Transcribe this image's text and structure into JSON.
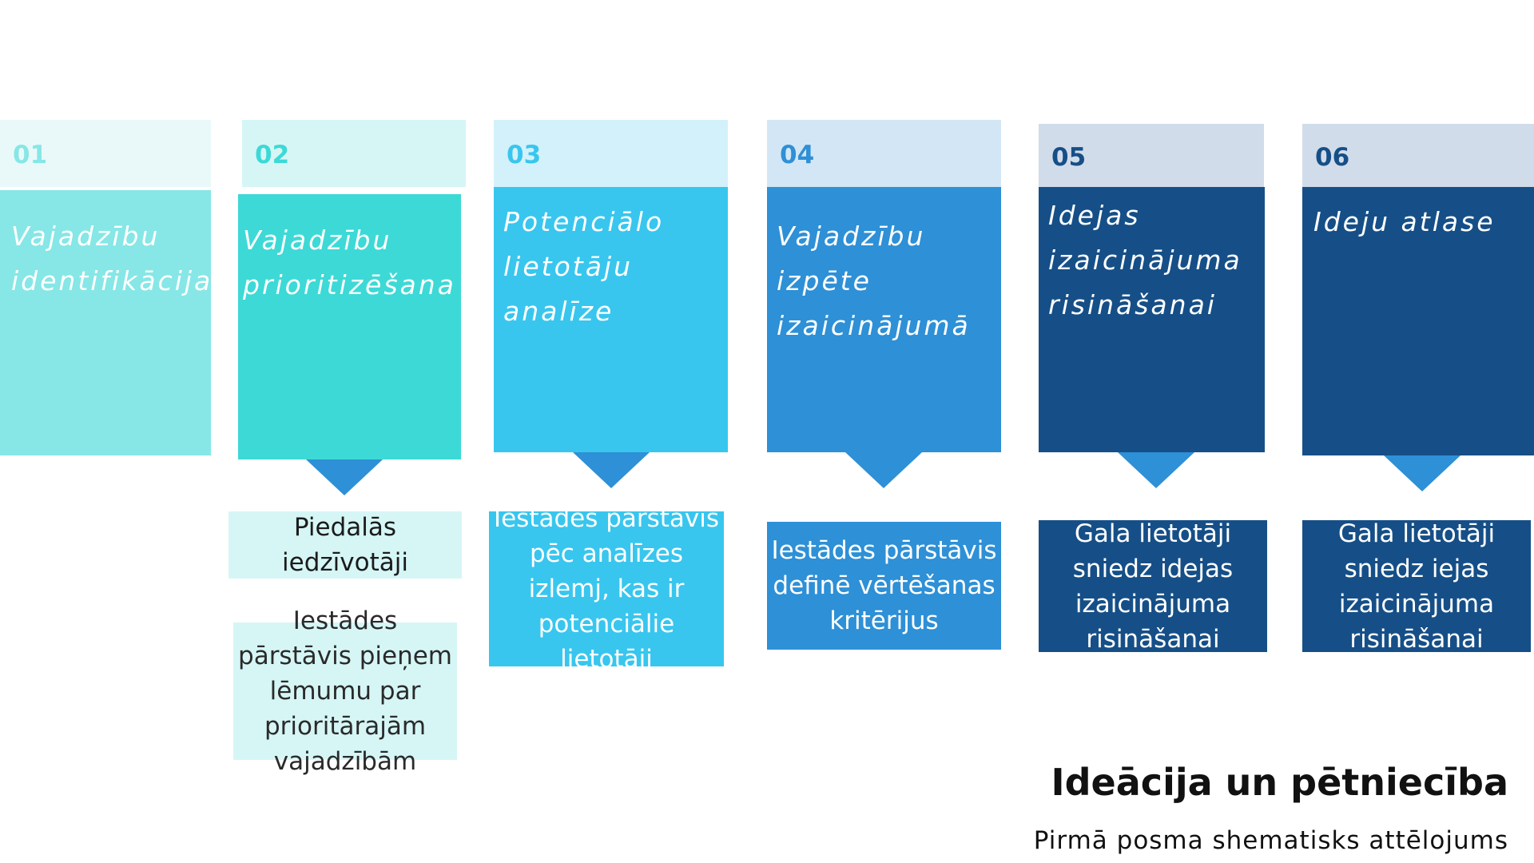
{
  "steps": [
    {
      "number": "01",
      "title": "Vajadzību identifikācija"
    },
    {
      "number": "02",
      "title": "Vajadzību prioritizēšana"
    },
    {
      "number": "03",
      "title": "Potenciālo lietotāju analīze"
    },
    {
      "number": "04",
      "title": "Vajadzību izpēte izaicinājumā"
    },
    {
      "number": "05",
      "title": "Idejas izaicinājuma risināšanai"
    },
    {
      "number": "06",
      "title": "Ideju atlase"
    }
  ],
  "notes": {
    "step2_a": "Piedalās iedzīvotāji",
    "step2_b": "Iestādes pārstāvis pieņem lēmumu par prioritārajām vajadzībām",
    "step3": "Iestādes pārstāvis pēc analīzes izlemj, kas ir potenciālie lietotāji",
    "step4": "Iestādes pārstāvis definē vērtēšanas kritērijus",
    "step5": "Gala lietotāji sniedz idejas izaicinājuma risināšanai",
    "step6": "Gala lietotāji sniedz iejas izaicinājuma risināšanai"
  },
  "footer": {
    "title": "Ideācija un pētniecība",
    "subtitle": "Pirmā posma shematisks attēlojums"
  },
  "colors": {
    "accent_arrow": "#2e90d6",
    "step1": "#86e7e6",
    "step2": "#3dd9d6",
    "step3": "#38c6ee",
    "step4": "#2e90d6",
    "step5": "#164f87",
    "step6": "#164f87"
  }
}
